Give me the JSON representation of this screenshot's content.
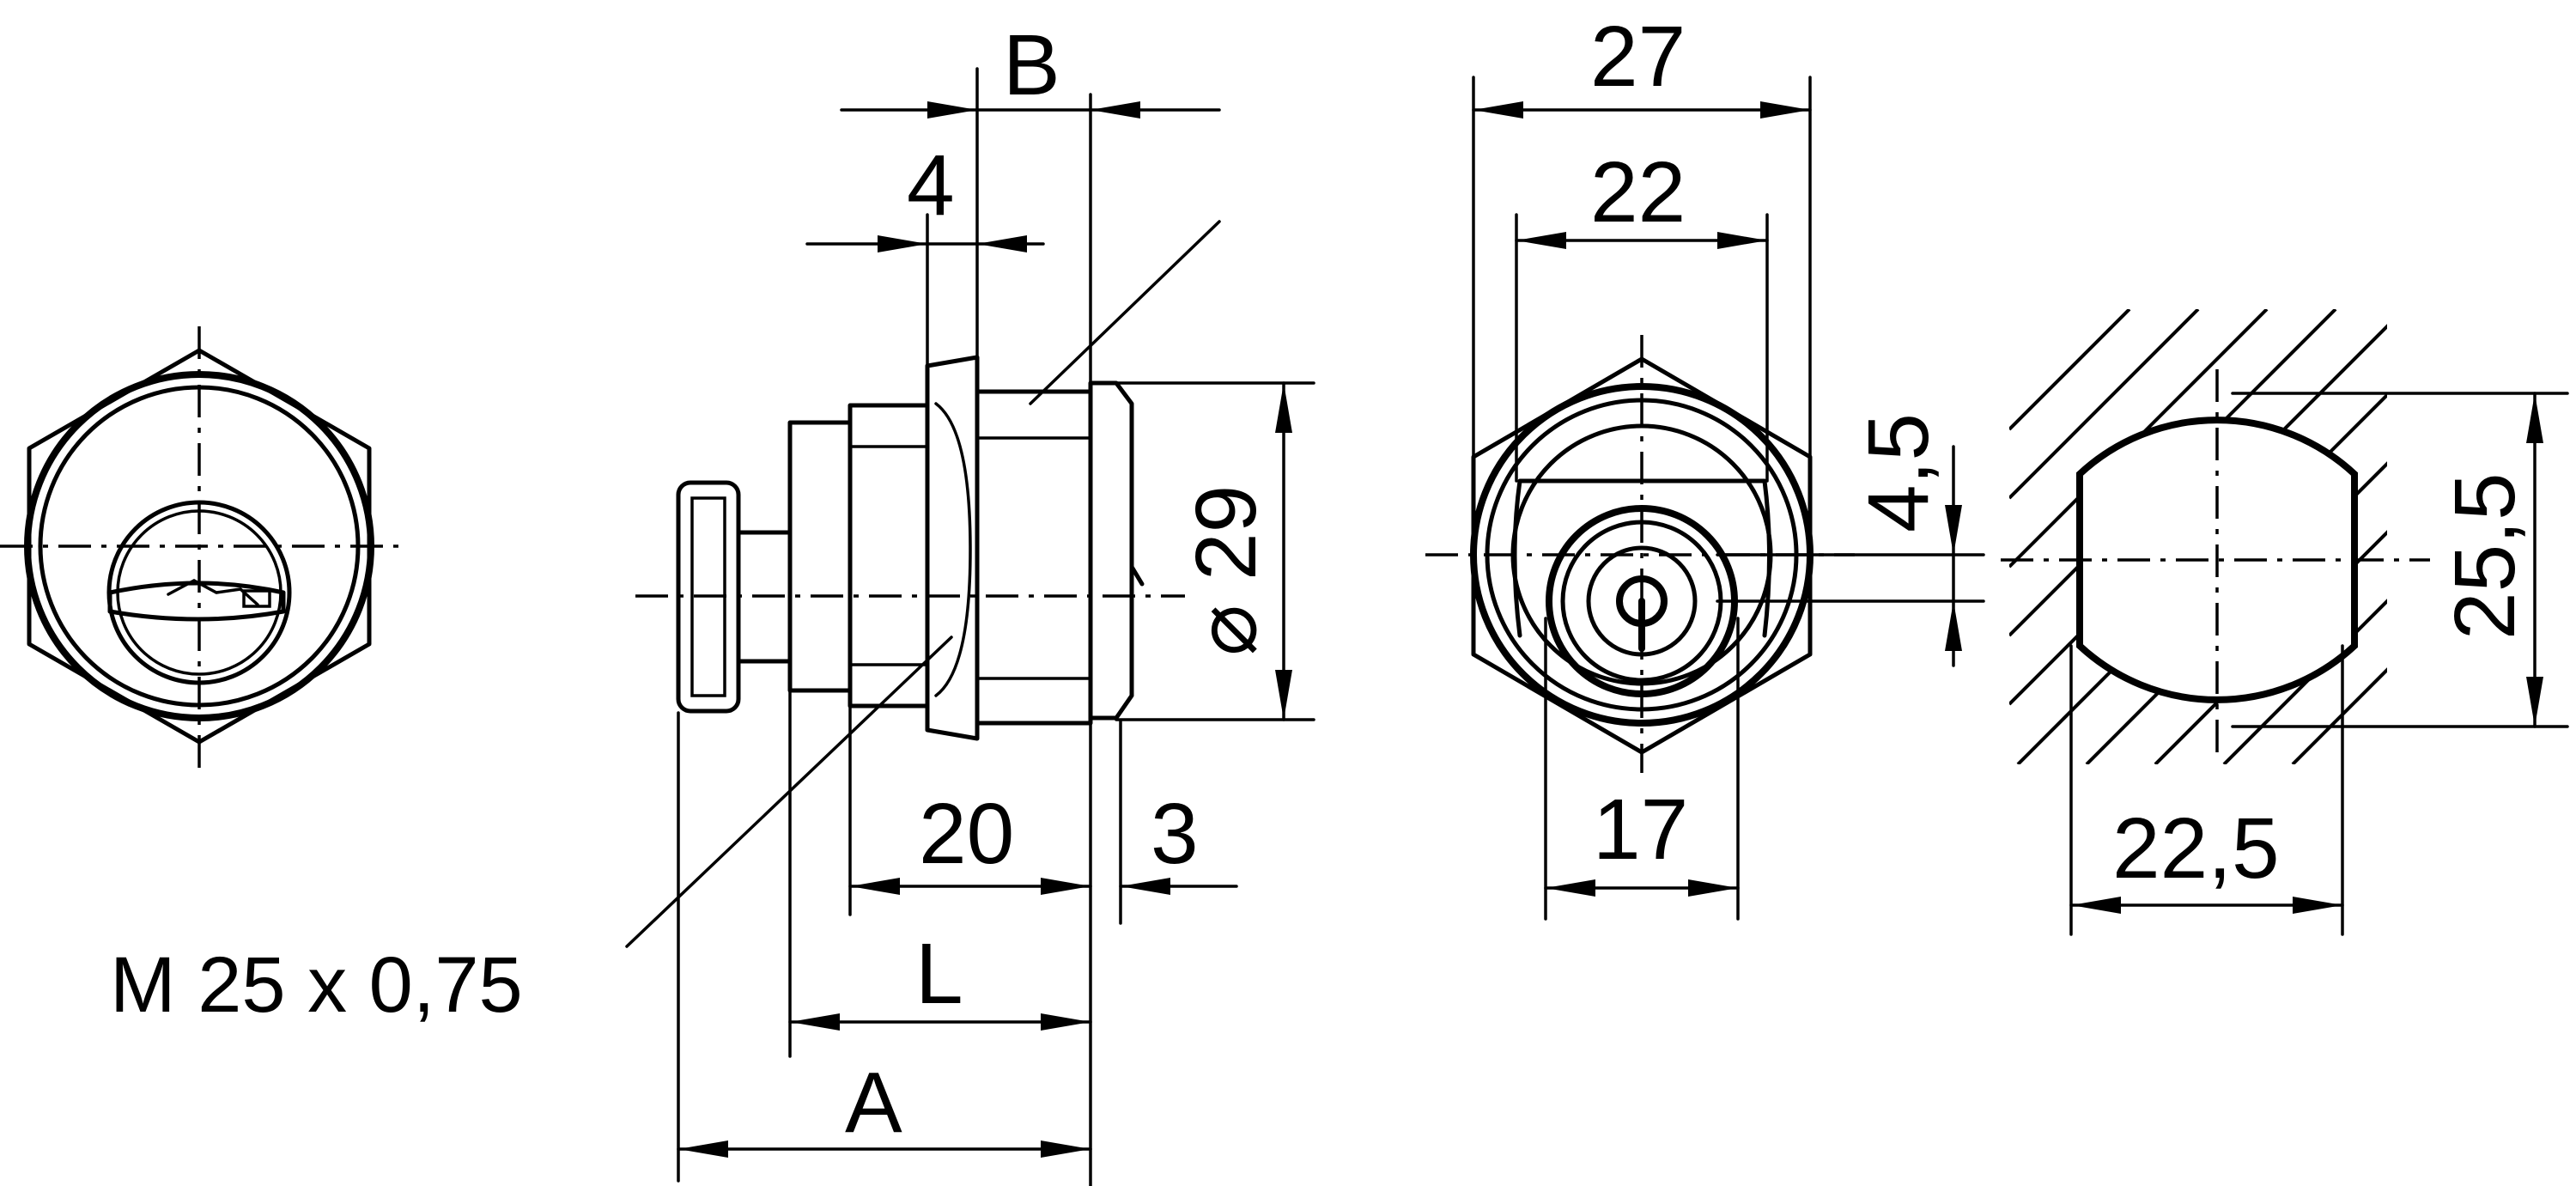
{
  "dimensions": {
    "B": "B",
    "four": "4",
    "twenty": "20",
    "three": "3",
    "L": "L",
    "A": "A",
    "dia29": "⌀ 29",
    "w27": "27",
    "w22": "22",
    "w17": "17",
    "h4_5": "4,5",
    "h25_5": "25,5",
    "w22_5": "22,5"
  },
  "callout": {
    "thread": "M 25 x 0,75"
  }
}
